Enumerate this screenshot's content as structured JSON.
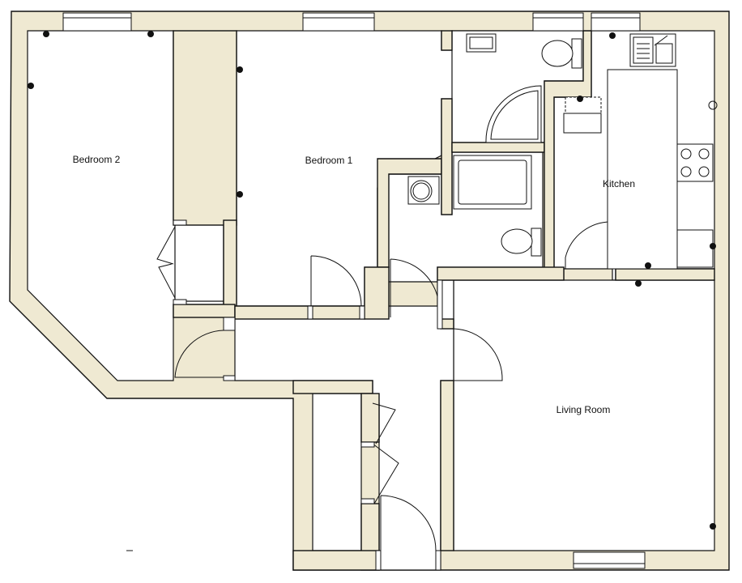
{
  "rooms": {
    "bedroom2": "Bedroom 2",
    "bedroom1": "Bedroom 1",
    "kitchen": "Kitchen",
    "living_room": "Living Room"
  },
  "colors": {
    "wall_fill": "#efe9d2",
    "line": "#111111",
    "floor": "#ffffff"
  },
  "icons": [
    "socket-icon",
    "sink-icon",
    "hob-icon",
    "toilet-icon",
    "bath-icon",
    "shower-icon",
    "boiler-icon",
    "window-icon",
    "door-swing-icon"
  ]
}
